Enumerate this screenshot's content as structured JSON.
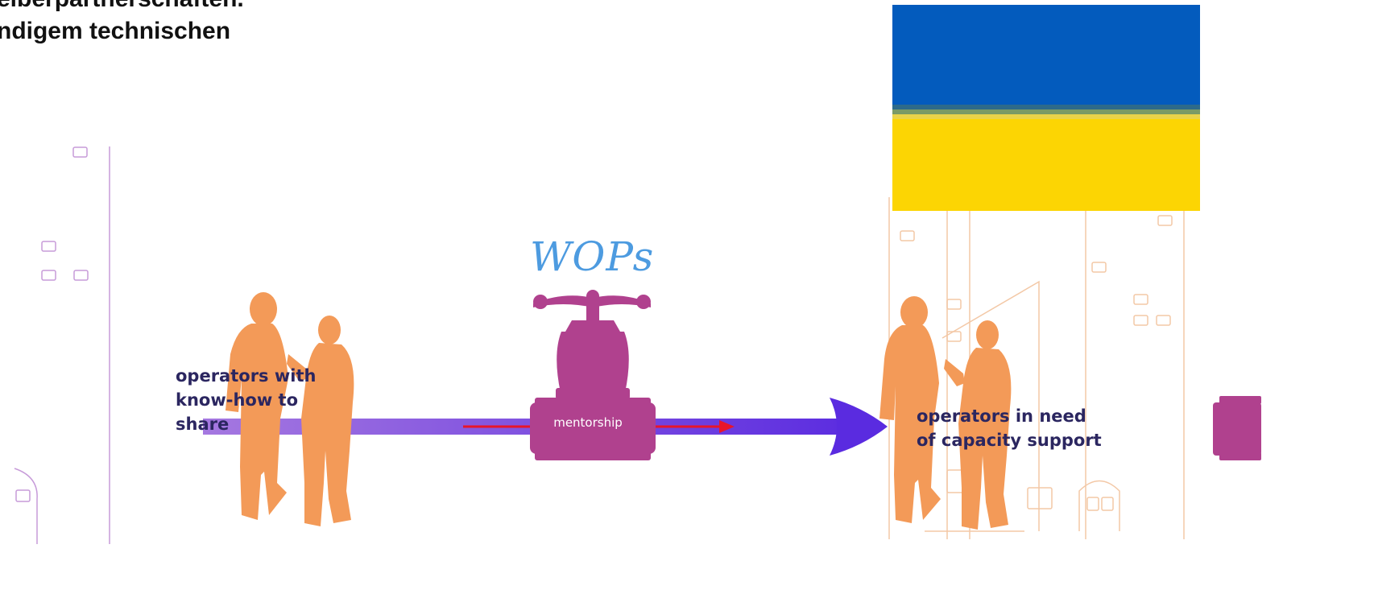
{
  "heading": {
    "line1": "eiberpartnerschaften.",
    "line2": "ndigem technischen"
  },
  "diagram": {
    "title": "WOPs",
    "valve_label": "mentorship",
    "left_label": [
      "operators with",
      "know-how to",
      "share"
    ],
    "right_label": [
      "operators in need",
      "of capacity support"
    ]
  },
  "colors": {
    "people": "#f39a58",
    "valve": "#b0418e",
    "pipe_start": "#9a6bdc",
    "pipe_end": "#5a2be0",
    "arrow_line": "#e8152a",
    "title": "#4d9be0",
    "label": "#2b2660",
    "outline_building": "#f3c8a6",
    "outline_left": "#c79bd9",
    "flag_blue": "#035bbd",
    "flag_yellow": "#fcd503"
  },
  "icons": [
    "person-silhouette",
    "valve-icon",
    "building-outline",
    "flag-graphic"
  ]
}
